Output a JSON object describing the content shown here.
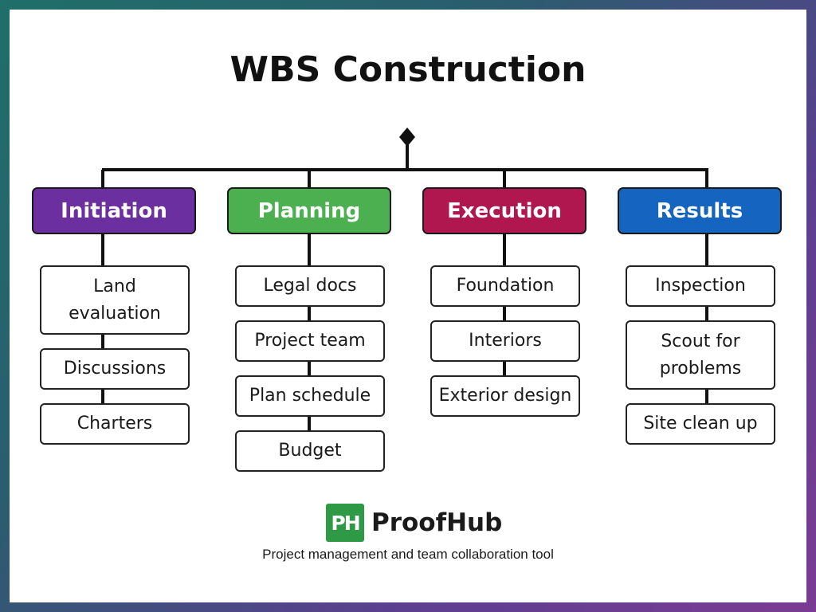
{
  "title": "WBS Construction",
  "columns": [
    {
      "label": "Initiation",
      "color": "#6b2fa0",
      "items": [
        "Land evaluation",
        "Discussions",
        "Charters"
      ]
    },
    {
      "label": "Planning",
      "color": "#4caf50",
      "items": [
        "Legal docs",
        "Project team",
        "Plan schedule",
        "Budget"
      ]
    },
    {
      "label": "Execution",
      "color": "#b0174f",
      "items": [
        "Foundation",
        "Interiors",
        "Exterior design"
      ]
    },
    {
      "label": "Results",
      "color": "#1565c0",
      "items": [
        "Inspection",
        "Scout for problems",
        "Site clean up"
      ]
    }
  ],
  "brand": {
    "logo_text": "PH",
    "name": "ProofHub",
    "tagline": "Project management and team collaboration tool",
    "logo_color": "#2e9a45"
  }
}
